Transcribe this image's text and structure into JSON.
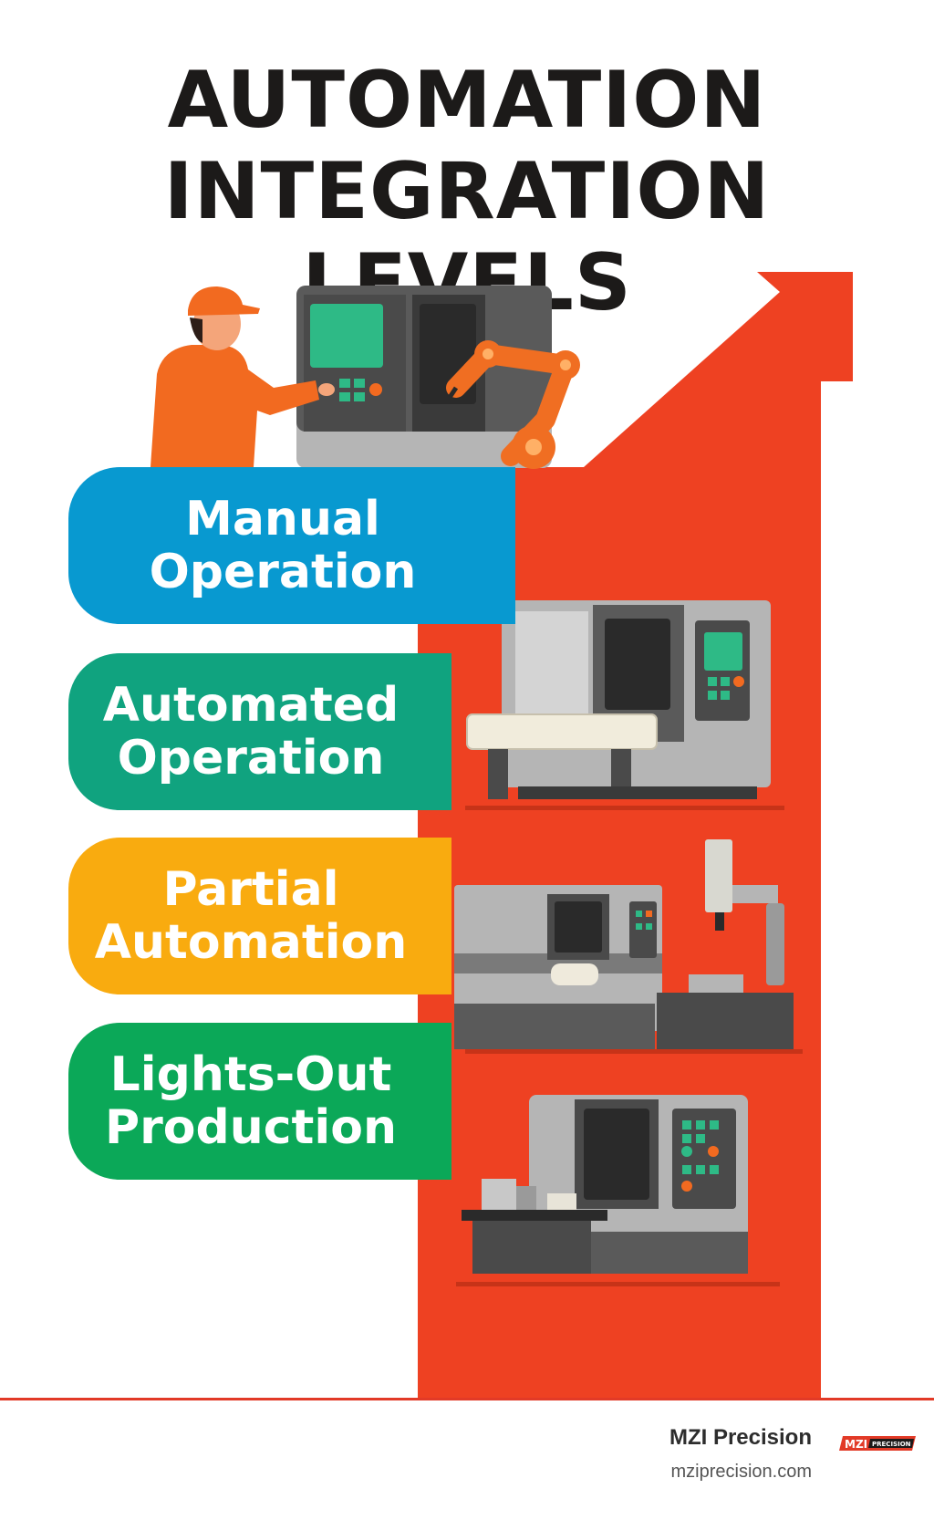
{
  "title": {
    "line1": "AUTOMATION",
    "line2": "INTEGRATION LEVELS"
  },
  "levels": [
    {
      "line1": "Manual",
      "line2": "Operation",
      "color": "#0899d0"
    },
    {
      "line1": "Automated",
      "line2": "Operation",
      "color": "#10a37f"
    },
    {
      "line1": "Partial",
      "line2": "Automation",
      "color": "#f9ab0f"
    },
    {
      "line1": "Lights-Out",
      "line2": "Production",
      "color": "#0ba858"
    }
  ],
  "colors": {
    "arrow": "#ee4122",
    "divider": "#e23a27",
    "worker": "#f26a20"
  },
  "brand": {
    "name": "MZI Precision",
    "url": "mziprecision.com",
    "logo_text": "MZI",
    "logo_subtext": "PRECISION"
  },
  "icons": [
    "worker-icon",
    "cnc-machine-icon",
    "robot-arm-icon",
    "lathe-icon",
    "gantry-mill-icon",
    "machining-center-icon"
  ]
}
